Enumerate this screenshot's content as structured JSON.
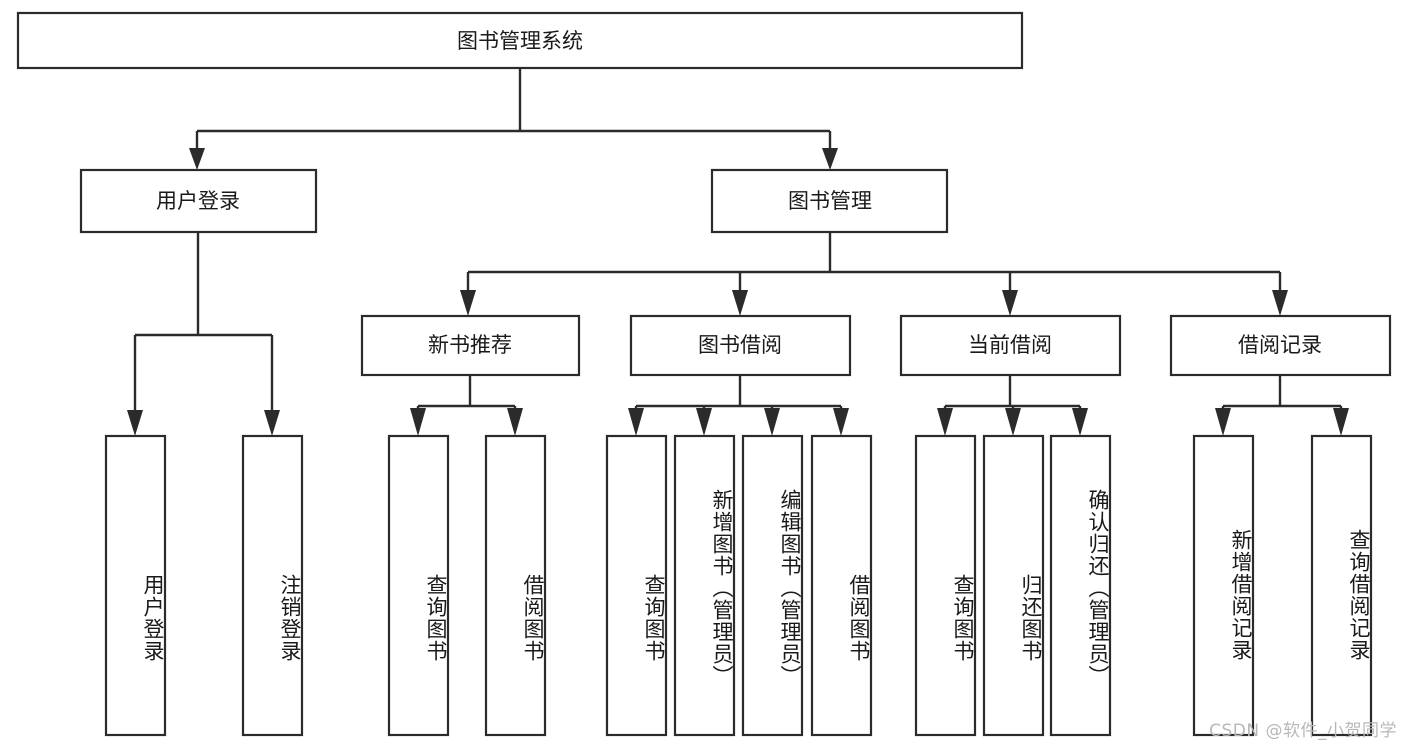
{
  "diagram": {
    "title": "图书管理系统",
    "type": "hierarchy-tree",
    "watermark": "CSDN @软件_小贺同学",
    "colors": {
      "stroke": "#2b2b2b",
      "fill": "#ffffff",
      "text": "#1a1a1a",
      "watermark": "#b8b8b8"
    },
    "nodes": {
      "root": {
        "label": "图书管理系统",
        "level": 0,
        "orientation": "horizontal"
      },
      "l1": [
        {
          "id": "user-login",
          "label": "用户登录",
          "level": 1,
          "orientation": "horizontal"
        },
        {
          "id": "book-manage",
          "label": "图书管理",
          "level": 1,
          "orientation": "horizontal"
        }
      ],
      "l2": [
        {
          "id": "new-book-rec",
          "label": "新书推荐",
          "level": 2,
          "orientation": "horizontal",
          "parent": "book-manage"
        },
        {
          "id": "book-borrow",
          "label": "图书借阅",
          "level": 2,
          "orientation": "horizontal",
          "parent": "book-manage"
        },
        {
          "id": "current-borrow",
          "label": "当前借阅",
          "level": 2,
          "orientation": "horizontal",
          "parent": "book-manage"
        },
        {
          "id": "borrow-record",
          "label": "借阅记录",
          "level": 2,
          "orientation": "horizontal",
          "parent": "book-manage"
        }
      ],
      "leaves": [
        {
          "id": "leaf-user-login",
          "label": "用户登录",
          "parent": "user-login",
          "orientation": "vertical"
        },
        {
          "id": "leaf-logout",
          "label": "注销登录",
          "parent": "user-login",
          "orientation": "vertical"
        },
        {
          "id": "leaf-query-book-1",
          "label": "查询图书",
          "parent": "new-book-rec",
          "orientation": "vertical"
        },
        {
          "id": "leaf-borrow-book-1",
          "label": "借阅图书",
          "parent": "new-book-rec",
          "orientation": "vertical"
        },
        {
          "id": "leaf-query-book-2",
          "label": "查询图书",
          "parent": "book-borrow",
          "orientation": "vertical"
        },
        {
          "id": "leaf-add-book",
          "label": "新增图书（管理员）",
          "parent": "book-borrow",
          "orientation": "vertical"
        },
        {
          "id": "leaf-edit-book",
          "label": "编辑图书（管理员）",
          "parent": "book-borrow",
          "orientation": "vertical"
        },
        {
          "id": "leaf-borrow-book-2",
          "label": "借阅图书",
          "parent": "book-borrow",
          "orientation": "vertical"
        },
        {
          "id": "leaf-query-book-3",
          "label": "查询图书",
          "parent": "current-borrow",
          "orientation": "vertical"
        },
        {
          "id": "leaf-return-book",
          "label": "归还图书",
          "parent": "current-borrow",
          "orientation": "vertical"
        },
        {
          "id": "leaf-confirm-return",
          "label": "确认归还（管理员）",
          "parent": "current-borrow",
          "orientation": "vertical"
        },
        {
          "id": "leaf-add-record",
          "label": "新增借阅记录",
          "parent": "borrow-record",
          "orientation": "vertical"
        },
        {
          "id": "leaf-query-record",
          "label": "查询借阅记录",
          "parent": "borrow-record",
          "orientation": "vertical"
        }
      ]
    }
  }
}
